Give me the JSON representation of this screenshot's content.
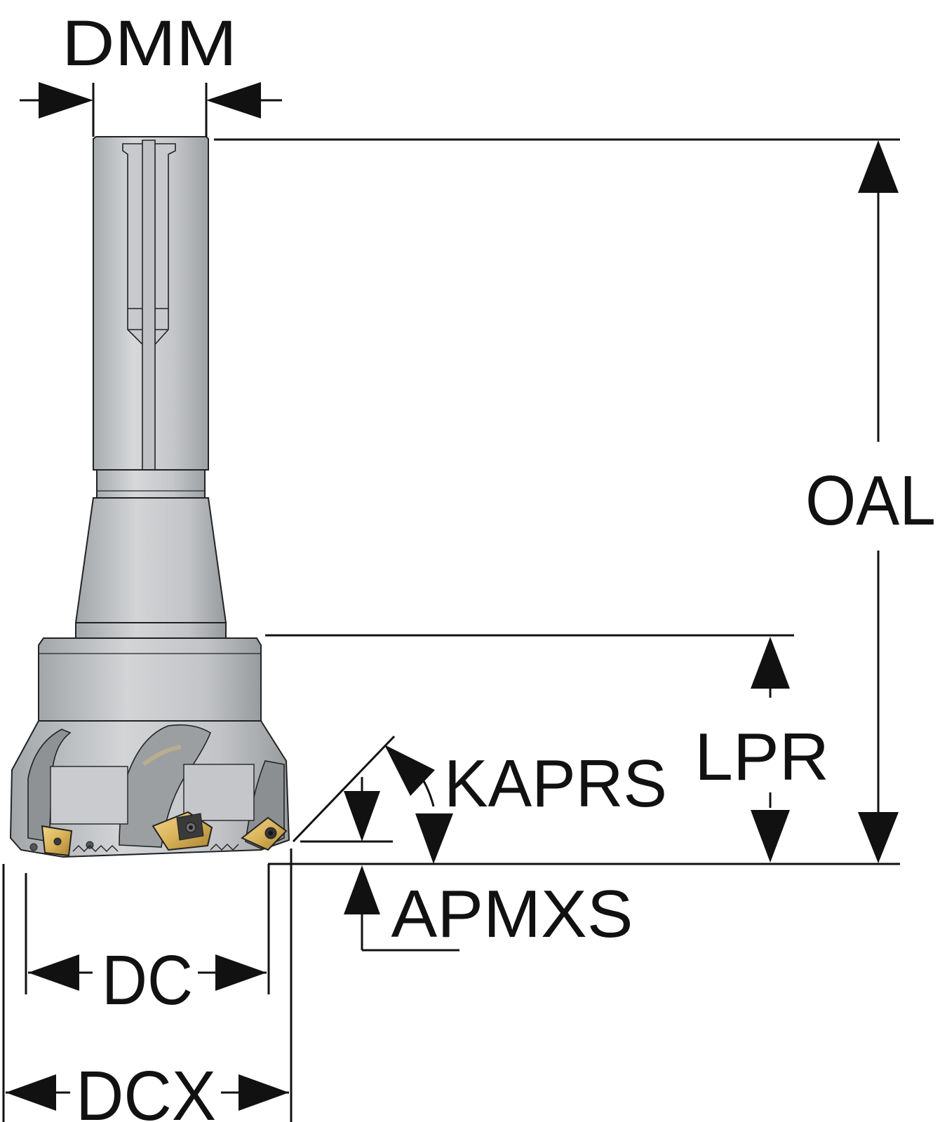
{
  "labels": {
    "dmm": "DMM",
    "oal": "OAL",
    "lpr": "LPR",
    "kaprs": "KAPRS",
    "apmxs": "APMXS",
    "dc": "DC",
    "dcx": "DCX"
  },
  "colors": {
    "line": "#111111",
    "steel_light": "#cfd1d3",
    "steel_mid": "#b7b9bc",
    "steel_dark": "#8e9194",
    "insert_gold": "#d9b35a",
    "insert_dark": "#3a3a3a"
  }
}
